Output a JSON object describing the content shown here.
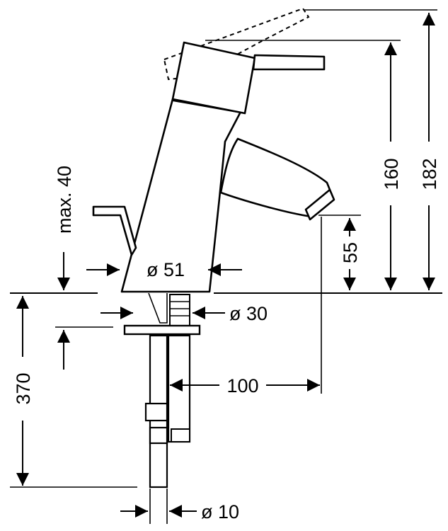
{
  "dimensions": {
    "overall_height": "182",
    "spout_height": "160",
    "spout_clearance": "55",
    "max_deck_thickness": "max. 40",
    "base_diameter": "ø 51",
    "hole_diameter": "ø 30",
    "spout_reach": "100",
    "hose_length": "370",
    "connection_diameter": "ø 10"
  },
  "colors": {
    "line": "#000000",
    "background": "#ffffff"
  }
}
